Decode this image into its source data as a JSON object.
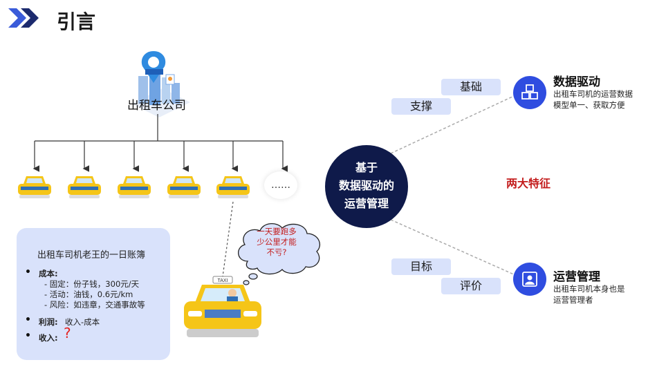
{
  "slide": {
    "title": "引言",
    "company_label": "出租车公司",
    "more_label": "……",
    "thought_bubble": {
      "line1": "一天要跑多",
      "line2": "少公里才能",
      "line3": "不亏?"
    },
    "ledger": {
      "title": "出租车司机老王的一日账簿",
      "cost_label": "成本:",
      "cost_fixed": "- 固定：份子钱，300元/天",
      "cost_activity": "- 活动：油钱，0.6元/km",
      "cost_risk": "- 风险：如违章，交通事故等",
      "profit_label": "利润:",
      "profit_value": "收入-成本",
      "income_label": "收入:",
      "income_value": "?"
    },
    "center": {
      "line1": "基于",
      "line2": "数据驱动的",
      "line3": "运营管理"
    },
    "pills": {
      "basis": "基础",
      "support": "支撑",
      "goal": "目标",
      "evaluation": "评价"
    },
    "two_features": "两大特征",
    "feature_data": {
      "title": "数据驱动",
      "desc_line1": "出租车司机的运营数据",
      "desc_line2": "模型单一、获取方便"
    },
    "feature_ops": {
      "title": "运营管理",
      "desc_line1": "出租车司机本身也是",
      "desc_line2": "运营管理者"
    },
    "taxi_sign": "TAXI"
  },
  "colors": {
    "accent_blue": "#2f4de0",
    "navy": "#0f1a4a",
    "pill_bg": "#d9e2fb",
    "red_text": "#c31c1c",
    "taxi_yellow": "#f5c518"
  }
}
